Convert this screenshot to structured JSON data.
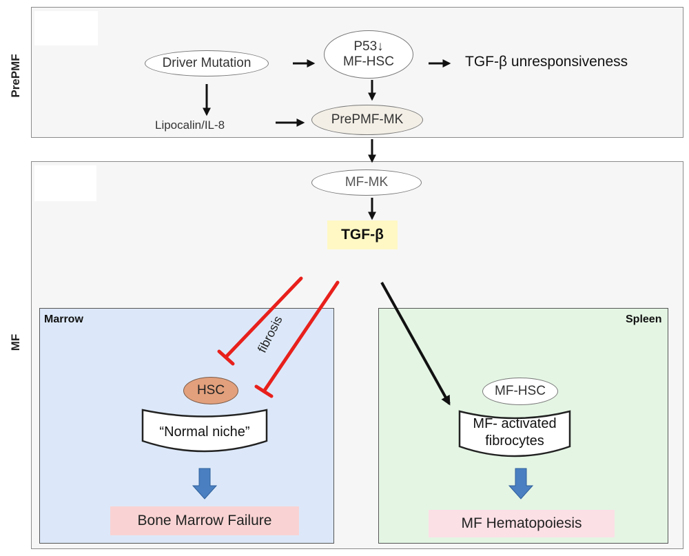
{
  "sections": {
    "prepmf_label": "PrePMF",
    "mf_label": "MF"
  },
  "nodes": {
    "driver_mutation": "Driver Mutation",
    "p53": "P53",
    "p53_arrow": "↓",
    "mf_hsc_top": "MF-HSC",
    "tgf_unresponsiveness": "TGF-β unresponsiveness",
    "lipocalin": "Lipocalin/IL-8",
    "prepmf_mk": "PrePMF-MK",
    "mf_mk": "MF-MK",
    "tgf_beta": "TGF-β"
  },
  "marrow": {
    "title": "Marrow",
    "hsc": "HSC",
    "niche": "“Normal niche”",
    "fibrosis": "fibrosis",
    "outcome": "Bone Marrow Failure"
  },
  "spleen": {
    "title": "Spleen",
    "hsc": "MF-HSC",
    "niche_line1": "MF- activated",
    "niche_line2": "fibrocytes",
    "outcome": "MF Hematopoiesis"
  },
  "colors": {
    "inhibition": "#e8201c",
    "activation": "#111111",
    "flow_arrow": "#4a7fc1",
    "tgf_highlight": "#fff8c4",
    "outcome_box": "#f9d3d3",
    "hsc_fill": "#e2a07c"
  }
}
